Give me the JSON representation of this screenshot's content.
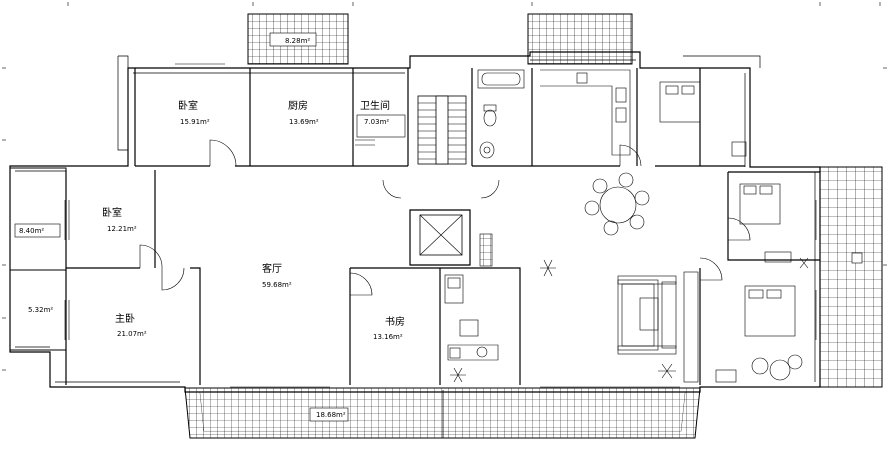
{
  "rooms": [
    {
      "key": "bedroom_top",
      "name": "卧室",
      "area": "15.91m²"
    },
    {
      "key": "kitchen",
      "name": "厨房",
      "area": "13.69m²"
    },
    {
      "key": "bathroom",
      "name": "卫生间",
      "area": "7.03m²"
    },
    {
      "key": "bedroom_left",
      "name": "卧室",
      "area": "12.21m²"
    },
    {
      "key": "living",
      "name": "客厅",
      "area": "59.68m²"
    },
    {
      "key": "study",
      "name": "书房",
      "area": "13.16m²"
    },
    {
      "key": "master",
      "name": "主卧",
      "area": "21.07m²"
    }
  ],
  "balconies": [
    {
      "key": "top",
      "area": "8.28m²"
    },
    {
      "key": "left_upper",
      "area": "8.40m²"
    },
    {
      "key": "left_lower",
      "area": "5.32m²"
    },
    {
      "key": "bottom",
      "area": "18.68m²"
    }
  ]
}
